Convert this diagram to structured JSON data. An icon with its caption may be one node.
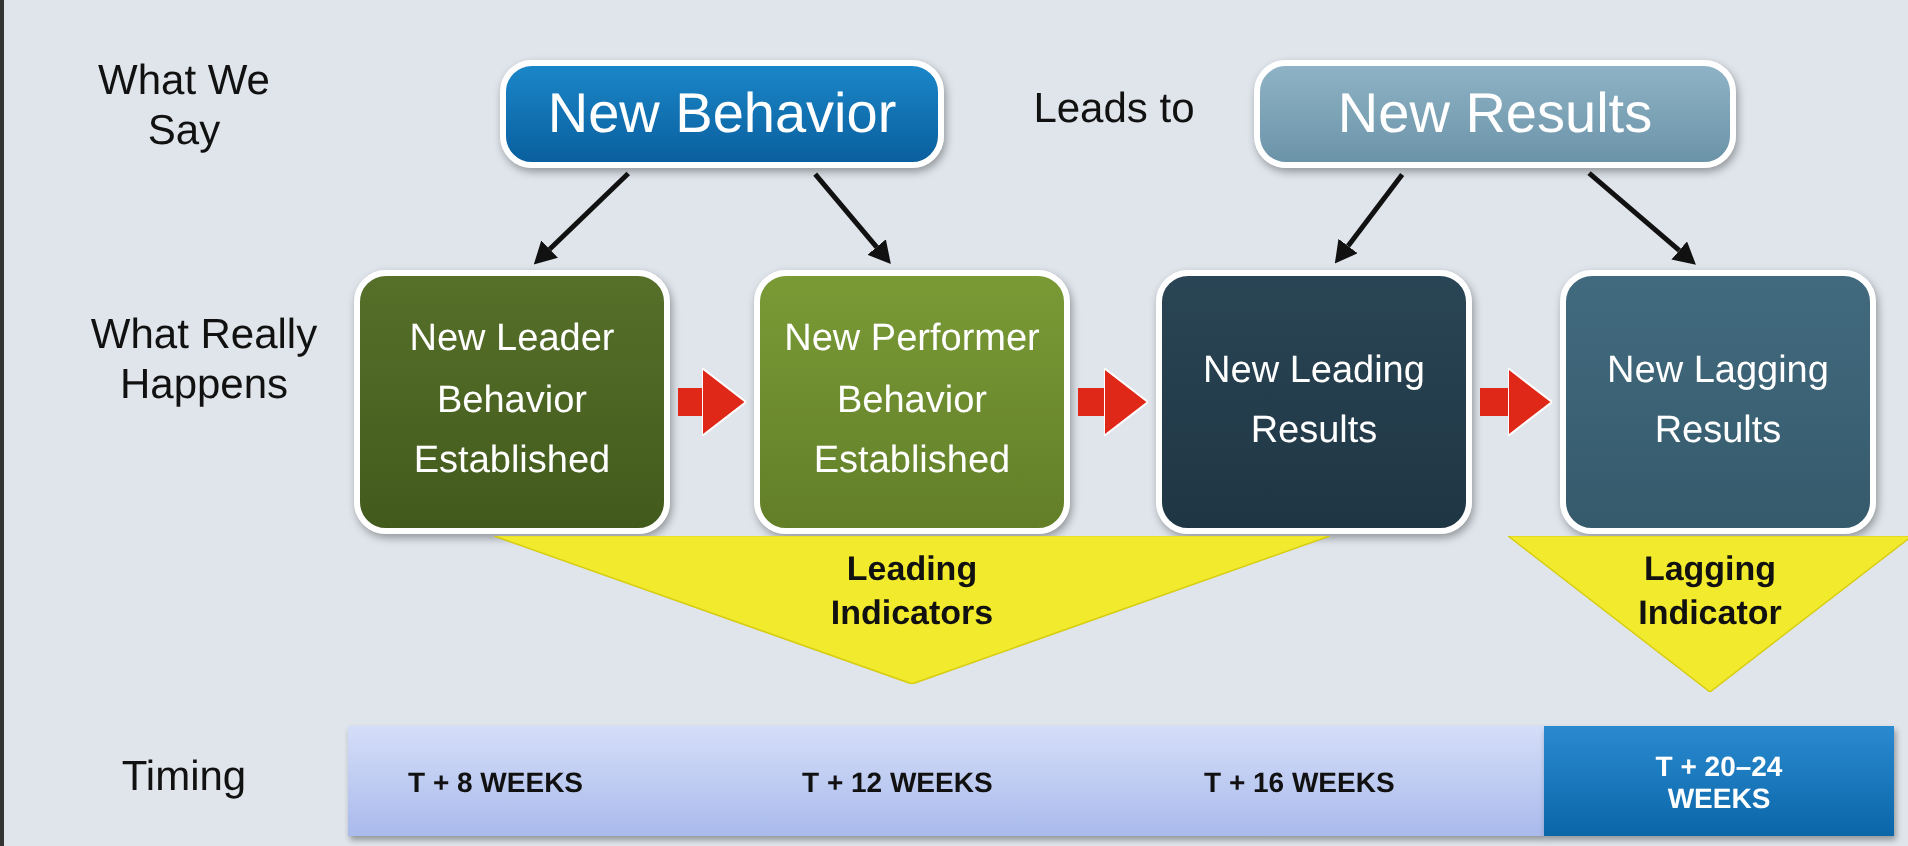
{
  "diagram": {
    "nodes": [
      {
        "text": [
          "New Behavior"
        ]
      },
      {
        "text": [
          "New Results"
        ]
      },
      {
        "text": [
          "New Leader Behavior Established"
        ]
      },
      {
        "text": [
          "New Performer Behavior Established"
        ]
      },
      {
        "text": [
          "New Leading Results"
        ]
      },
      {
        "text": [
          "New Lagging Results"
        ]
      },
      {
        "text": [
          "Leading Indicators"
        ]
      },
      {
        "text": [
          "Lagging Indicator"
        ]
      },
      {
        "text": [
          "T + 8 WEEKS",
          "T + 12 WEEKS",
          "T + 16 WEEKS"
        ]
      },
      {
        "text": [
          "T + 20–24 WEEKS"
        ]
      }
    ],
    "edges": [
      {
        "from": 0,
        "to": 2,
        "arrow": "to"
      },
      {
        "from": 0,
        "to": 3,
        "arrow": "to"
      },
      {
        "from": 1,
        "to": 4,
        "arrow": "to"
      },
      {
        "from": 1,
        "to": 5,
        "arrow": "to"
      },
      {
        "from": 2,
        "to": 3,
        "arrow": "to",
        "style": "thick",
        "color": "#e02818"
      },
      {
        "from": 3,
        "to": 4,
        "arrow": "to",
        "style": "thick",
        "color": "#e02818"
      },
      {
        "from": 4,
        "to": 5,
        "arrow": "to",
        "style": "thick",
        "color": "#e02818"
      }
    ],
    "labels": [
      "What We Say",
      "Leads to",
      "What Really Happens",
      "Timing"
    ]
  }
}
